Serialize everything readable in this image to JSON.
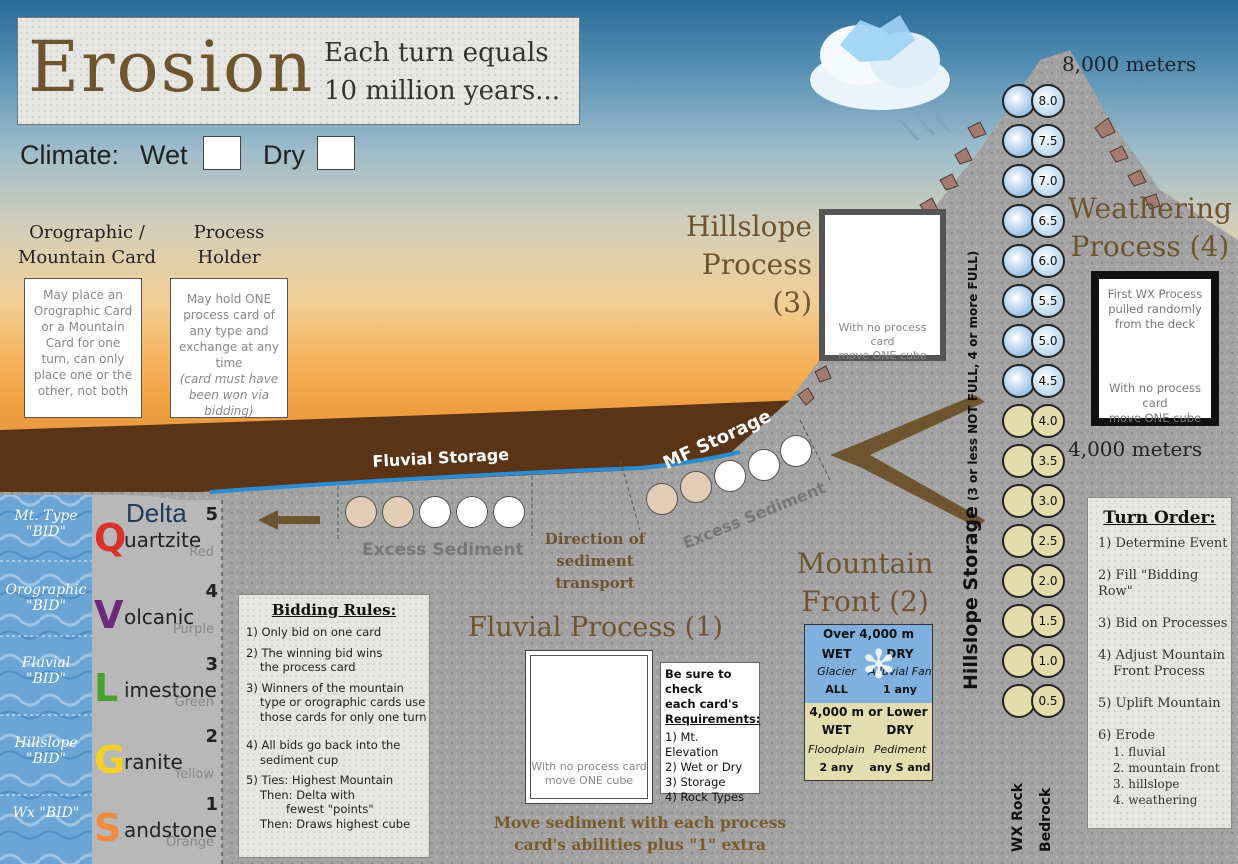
{
  "title": {
    "word": "Erosion",
    "subtitle_line1": "Each turn equals",
    "subtitle_line2": "10 million years..."
  },
  "climate": {
    "label": "Climate:",
    "wet": "Wet",
    "dry": "Dry"
  },
  "orographic": {
    "heading_line1": "Orographic /",
    "heading_line2": "Mountain Card",
    "card_text": "May place an Orographic Card or a Mountain Card for one turn, can only place one or the other, not both"
  },
  "process_holder": {
    "heading_line1": "Process",
    "heading_line2": "Holder",
    "card_text": "May hold ONE process card of any type and exchange at any time",
    "card_italic": "(card must have been won via bidding)"
  },
  "hillslope_process": {
    "line1": "Hillslope",
    "line2": "Process (3)",
    "card_line1": "With no process card",
    "card_line2": "move ONE cube"
  },
  "weathering_process": {
    "line1": "Weathering",
    "line2": "Process (4)",
    "card_line1": "First WX Process",
    "card_line2": "pulled randomly",
    "card_line3": "from the deck",
    "card_line4": "With no process card",
    "card_line5": "move ONE cube"
  },
  "elevations": {
    "top": "8,000 meters",
    "mid": "4,000 meters"
  },
  "storage_labels": {
    "fluvial": "Fluvial Storage",
    "mf": "MF Storage",
    "excess1": "Excess Sediment",
    "excess2": "Excess Sediment"
  },
  "direction": {
    "line1": "Direction of",
    "line2": "sediment",
    "line3": "transport"
  },
  "fluvial_process": {
    "label": "Fluvial Process (1)",
    "card_line1": "With no process card",
    "card_line2": "move ONE cube"
  },
  "mountain_front": {
    "line1": "Mountain",
    "line2": "Front (2)"
  },
  "requirements": {
    "line1": "Be sure to check",
    "line2": "each card's",
    "line3": "Requirements:",
    "items": [
      "1) Mt. Elevation",
      "2) Wet or Dry",
      "3) Storage",
      "4) Rock Types"
    ]
  },
  "mf_table": {
    "over": "Over 4,000 m",
    "under": "4,000 m or Lower",
    "wet": "WET",
    "dry": "DRY",
    "glacier": "Glacier",
    "all": "ALL",
    "alluvial": "Alluvial Fan",
    "one_any": "1 any",
    "floodplain": "Floodplain",
    "pediment": "Pediment",
    "two_any": "2 any",
    "any_s_and": "any S and"
  },
  "move_sediment": {
    "line1": "Move sediment with each process",
    "line2": "card's abilities plus \"1\" extra"
  },
  "bidding": {
    "title": "Bidding Rules:",
    "rules": [
      "1) Only bid on one card",
      "2) The winning bid wins",
      "the process card",
      "3) Winners of the mountain",
      "type or orographic cards use",
      "those cards for only one turn",
      "4) All bids go back into the",
      "sediment cup",
      "5) Ties: Highest Mountain",
      "Then: Delta with",
      "fewest \"points\"",
      "Then: Draws highest cube"
    ]
  },
  "turn_order": {
    "title": "Turn Order:",
    "items": [
      "1) Determine Event",
      "2) Fill \"Bidding Row\"",
      "3) Bid on Processes",
      "4) Adjust Mountain",
      "Front Process",
      "5) Uplift Mountain",
      "6) Erode",
      "1. fluvial",
      "2. mountain front",
      "3. hillslope",
      "4. weathering"
    ]
  },
  "hillslope_storage": {
    "label": "Hillslope Storage",
    "sub": "(3 or less NOT FULL, 4 or more FULL)",
    "wx_rock": "WX Rock",
    "bedrock": "Bedrock",
    "levels": [
      "8.0",
      "7.5",
      "7.0",
      "6.5",
      "6.0",
      "5.5",
      "5.0",
      "4.5",
      "4.0",
      "3.5",
      "3.0",
      "2.5",
      "2.0",
      "1.5",
      "1.0",
      "0.5"
    ]
  },
  "delta": {
    "title": "Delta",
    "rows": [
      {
        "points": "5",
        "letter": "Q",
        "rest": "uartzite",
        "color_name": "Red",
        "color": "#d8322a",
        "bid": "Mt. Type \"BID\""
      },
      {
        "points": "4",
        "letter": "V",
        "rest": "olcanic",
        "color_name": "Purple",
        "color": "#6b2a7c",
        "bid": "Orographic \"BID\""
      },
      {
        "points": "3",
        "letter": "L",
        "rest": "imestone",
        "color_name": "Green",
        "color": "#4aa12f",
        "bid": "Fluvial \"BID\""
      },
      {
        "points": "2",
        "letter": "G",
        "rest": "ranite",
        "color_name": "Yellow",
        "color": "#f2d22a",
        "bid": "Hillslope \"BID\""
      },
      {
        "points": "1",
        "letter": "S",
        "rest": "andstone",
        "color_name": "Orange",
        "color": "#f08a3c",
        "bid": "Wx \"BID\""
      }
    ]
  }
}
